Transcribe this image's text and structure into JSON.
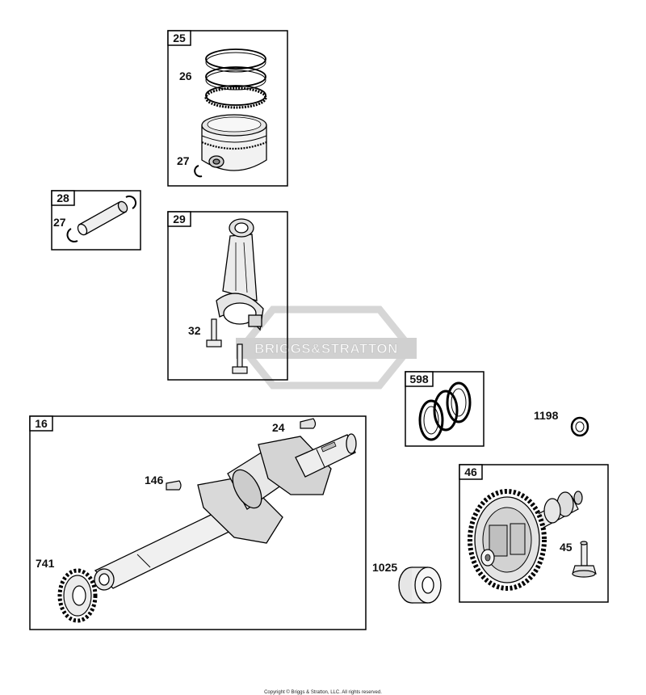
{
  "watermark": "BRIGGS&STRATTON",
  "copyright": "Copyright © Briggs & Stratton, LLC. All rights reserved.",
  "groups": {
    "piston": "25",
    "piston_pin": "28",
    "connecting_rod": "29",
    "crankshaft": "16",
    "seal_kit": "598",
    "camshaft": "46"
  },
  "labels": {
    "rings": "26",
    "clip_piston": "27",
    "clip_pin": "27",
    "rod_bolt": "32",
    "key_upper": "24",
    "key_lower": "146",
    "timing_gear": "741",
    "washer": "1198",
    "gear_pulley": "1025",
    "lifter": "45"
  }
}
